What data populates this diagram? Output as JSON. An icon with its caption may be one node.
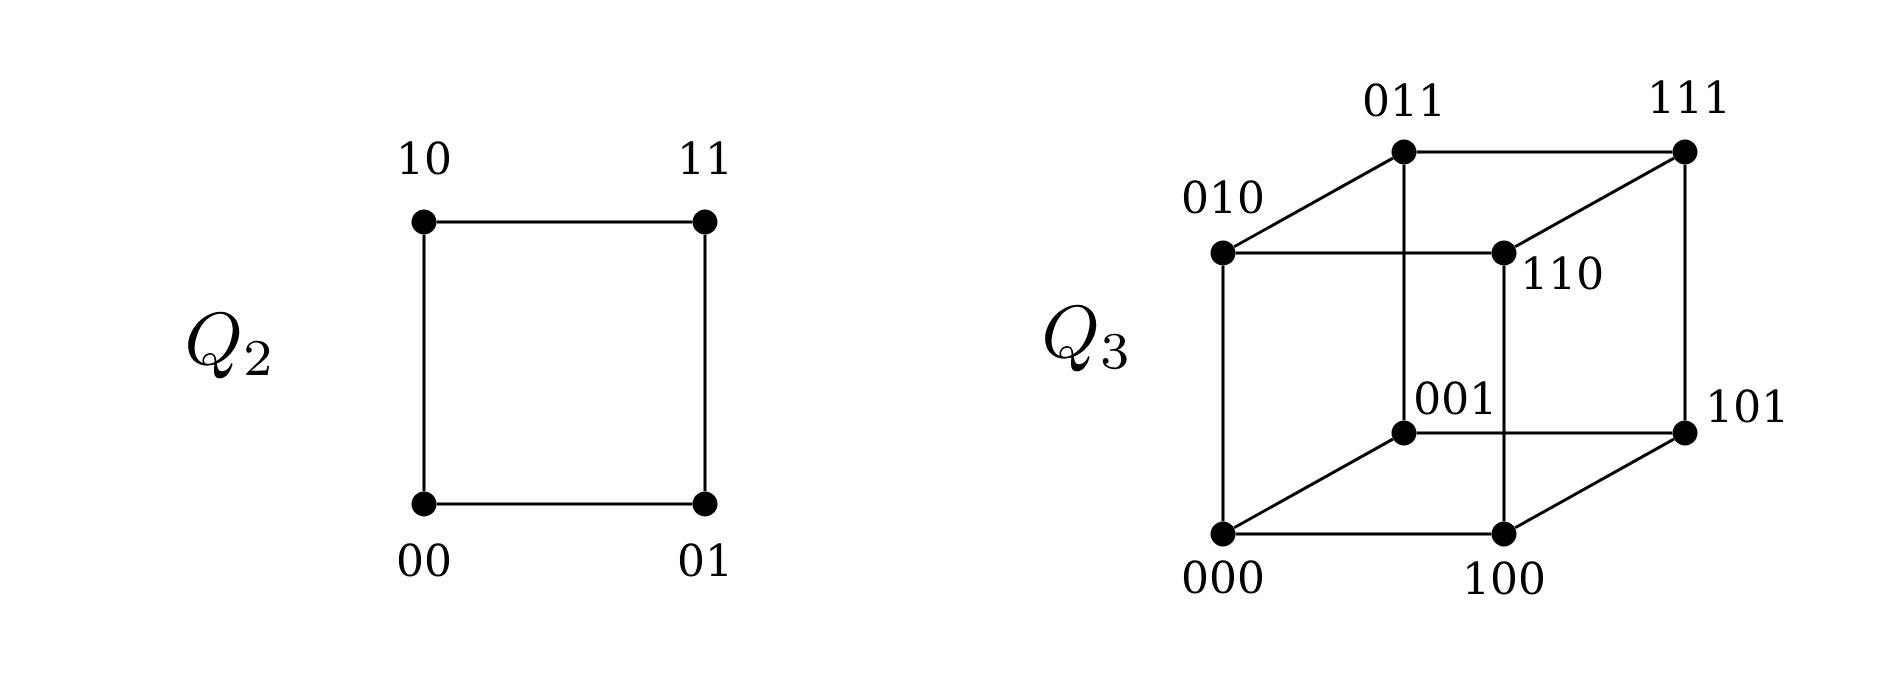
{
  "diagram": {
    "nodes": [
      {
        "text": [
          "10"
        ]
      },
      {
        "text": [
          "11"
        ]
      },
      {
        "text": [
          "00"
        ]
      },
      {
        "text": [
          "01"
        ]
      },
      {
        "text": [
          "011"
        ]
      },
      {
        "text": [
          "111"
        ]
      },
      {
        "text": [
          "010"
        ]
      },
      {
        "text": [
          "110"
        ]
      },
      {
        "text": [
          "001"
        ]
      },
      {
        "text": [
          "101"
        ]
      },
      {
        "text": [
          "000"
        ]
      },
      {
        "text": [
          "100"
        ]
      }
    ],
    "edges": [
      {
        "from": 0,
        "to": 1,
        "arrow": "none"
      },
      {
        "from": 0,
        "to": 2,
        "arrow": "none"
      },
      {
        "from": 1,
        "to": 3,
        "arrow": "none"
      },
      {
        "from": 2,
        "to": 3,
        "arrow": "none"
      },
      {
        "from": 4,
        "to": 5,
        "arrow": "none"
      },
      {
        "from": 6,
        "to": 4,
        "arrow": "none"
      },
      {
        "from": 7,
        "to": 5,
        "arrow": "none"
      },
      {
        "from": 6,
        "to": 7,
        "arrow": "none"
      },
      {
        "from": 4,
        "to": 8,
        "arrow": "none"
      },
      {
        "from": 5,
        "to": 9,
        "arrow": "none"
      },
      {
        "from": 6,
        "to": 10,
        "arrow": "none"
      },
      {
        "from": 7,
        "to": 11,
        "arrow": "none"
      },
      {
        "from": 8,
        "to": 9,
        "arrow": "none"
      },
      {
        "from": 10,
        "to": 8,
        "arrow": "none"
      },
      {
        "from": 11,
        "to": 9,
        "arrow": "none"
      },
      {
        "from": 10,
        "to": 11,
        "arrow": "none"
      }
    ],
    "labels": [
      "Q_2",
      "Q_3"
    ]
  }
}
